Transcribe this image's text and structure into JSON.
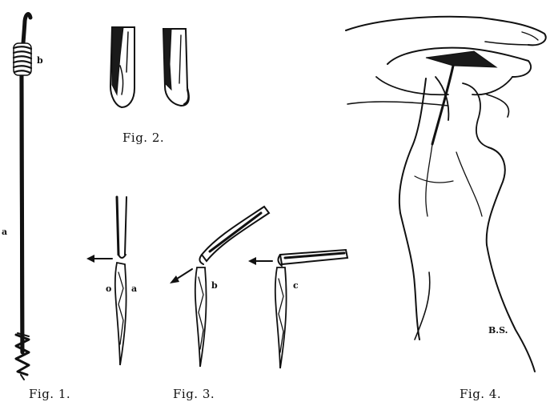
{
  "figures": {
    "fig1": {
      "caption": "Fig. 1.",
      "label_a": "a",
      "label_b": "b"
    },
    "fig2": {
      "caption": "Fig. 2."
    },
    "fig3": {
      "caption": "Fig. 3.",
      "label_a": "a",
      "label_o": "o",
      "label_b": "b",
      "label_c": "c"
    },
    "fig4": {
      "caption": "Fig. 4.",
      "signature": "B.S."
    }
  }
}
